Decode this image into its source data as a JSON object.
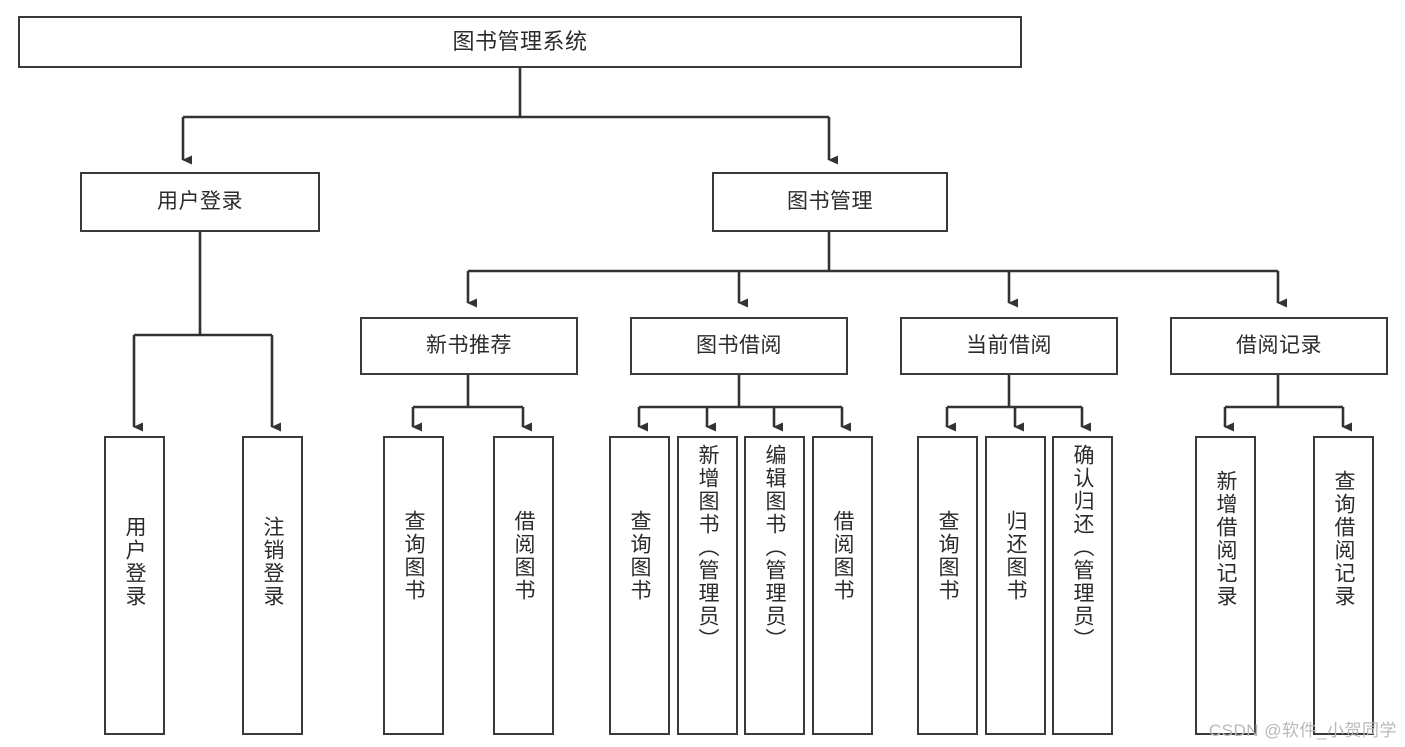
{
  "diagram": {
    "title": "图书管理系统",
    "watermark": "CSDN @软件_小贺同学",
    "colors": {
      "box_border": "#3a3a3a",
      "text": "#2b2b2b",
      "connector": "#333333",
      "background": "#ffffff",
      "watermark": "#b9b9b9"
    },
    "levels": {
      "root": {
        "label": "图书管理系统"
      },
      "level2": [
        {
          "label": "用户登录"
        },
        {
          "label": "图书管理"
        }
      ],
      "level3": [
        {
          "label": "新书推荐"
        },
        {
          "label": "图书借阅"
        },
        {
          "label": "当前借阅"
        },
        {
          "label": "借阅记录"
        }
      ],
      "leaves": {
        "user_login": [
          {
            "label": "用户登录"
          },
          {
            "label": "注销登录"
          }
        ],
        "new_book_recommend": [
          {
            "label": "查询图书"
          },
          {
            "label": "借阅图书"
          }
        ],
        "book_borrow": [
          {
            "label": "查询图书"
          },
          {
            "label": "新增图书（管理员）"
          },
          {
            "label": "编辑图书（管理员）"
          },
          {
            "label": "借阅图书"
          }
        ],
        "current_borrow": [
          {
            "label": "查询图书"
          },
          {
            "label": "归还图书"
          },
          {
            "label": "确认归还（管理员）"
          }
        ],
        "borrow_record": [
          {
            "label": "新增借阅记录"
          },
          {
            "label": "查询借阅记录"
          }
        ]
      }
    }
  }
}
